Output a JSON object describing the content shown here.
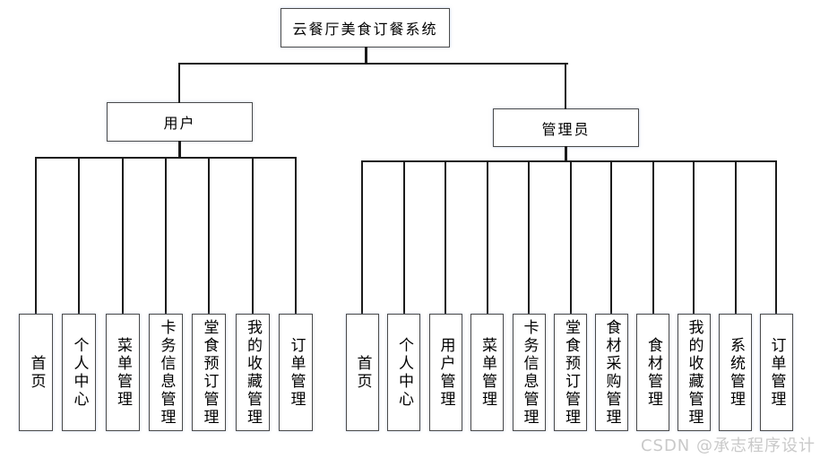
{
  "diagram": {
    "root": {
      "label": "云餐厅美食订餐系统"
    },
    "branches": [
      {
        "label": "用户",
        "children": [
          "首页",
          "个人中心",
          "菜单管理",
          "卡务信息管理",
          "堂食预订管理",
          "我的收藏管理",
          "订单管理"
        ]
      },
      {
        "label": "管理员",
        "children": [
          "首页",
          "个人中心",
          "用户管理",
          "菜单管理",
          "卡务信息管理",
          "堂食预订管理",
          "食材采购管理",
          "食材管理",
          "我的收藏管理",
          "系统管理",
          "订单管理"
        ]
      }
    ]
  },
  "watermark": "CSDN @承志程序设计",
  "colors": {
    "line": "#1b1b1b",
    "box_border": "#4a4a4a",
    "box_fill": "#ffffff",
    "background": "#ffffff",
    "text": "#000000",
    "watermark": "#c9c9c9"
  }
}
